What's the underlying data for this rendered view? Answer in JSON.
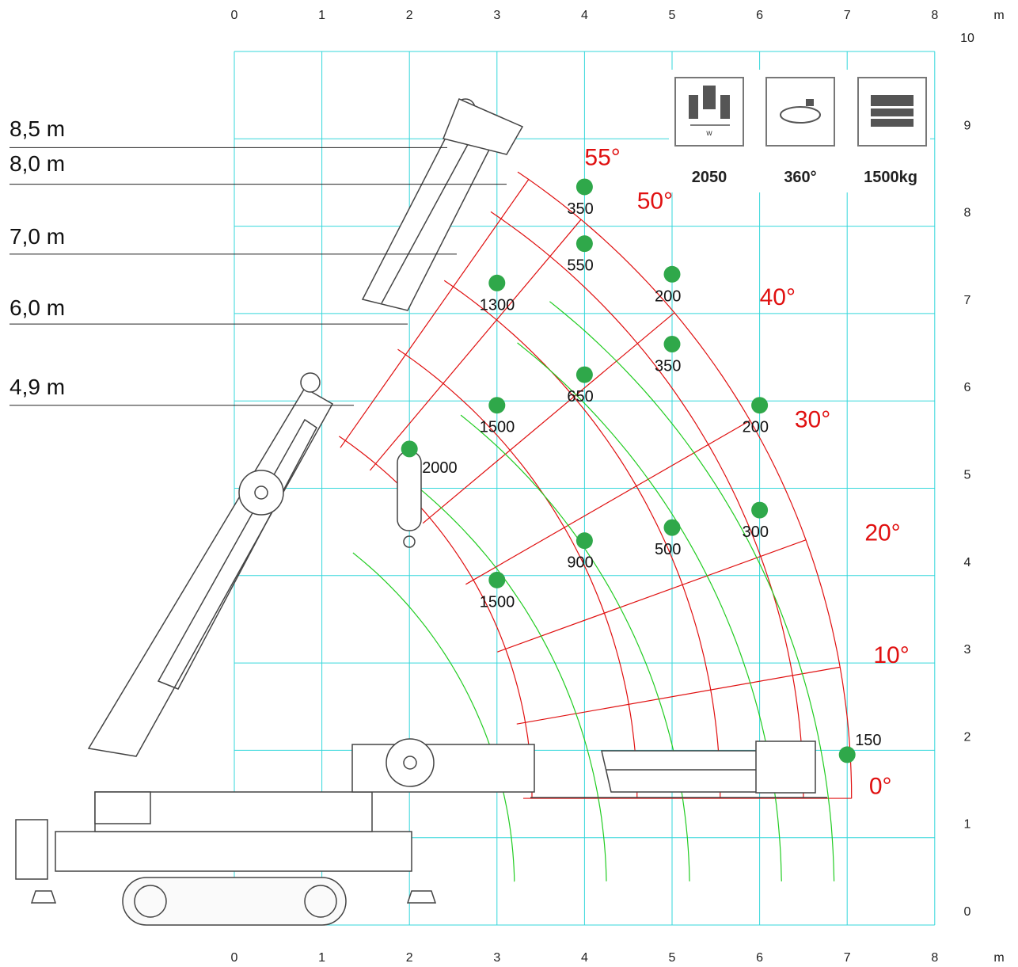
{
  "axis": {
    "x_ticks": [
      "0",
      "1",
      "2",
      "3",
      "4",
      "5",
      "6",
      "7",
      "8"
    ],
    "y_ticks": [
      "0",
      "1",
      "2",
      "3",
      "4",
      "5",
      "6",
      "7",
      "8",
      "9",
      "10"
    ],
    "unit": "m"
  },
  "height_labels": [
    "8,5 m",
    "8,0 m",
    "7,0 m",
    "6,0 m",
    "4,9 m"
  ],
  "specs": [
    {
      "icon": "track-width-icon",
      "value": "2050",
      "sub": "w"
    },
    {
      "icon": "rotation-lock-icon",
      "value": "360°"
    },
    {
      "icon": "load-plates-icon",
      "value": "1500kg"
    }
  ],
  "colors": {
    "grid": "#35d7db",
    "boom_radius": "#e01010",
    "hook_path": "#22cc22",
    "load_point": "#2fa84a"
  },
  "chart_data": {
    "type": "scatter",
    "title": "",
    "xlabel": "m",
    "ylabel": "m",
    "xlim": [
      0,
      8
    ],
    "ylim": [
      0,
      10
    ],
    "grid": true,
    "angle_labels": [
      {
        "text": "55°",
        "x": 4.0,
        "y": 8.7
      },
      {
        "text": "50°",
        "x": 4.6,
        "y": 8.2
      },
      {
        "text": "40°",
        "x": 6.0,
        "y": 7.1
      },
      {
        "text": "30°",
        "x": 6.4,
        "y": 5.7
      },
      {
        "text": "20°",
        "x": 7.2,
        "y": 4.4
      },
      {
        "text": "10°",
        "x": 7.3,
        "y": 3.0
      },
      {
        "text": "0°",
        "x": 7.25,
        "y": 1.5
      }
    ],
    "load_points": [
      {
        "x": 4.0,
        "y": 8.45,
        "label": "350"
      },
      {
        "x": 4.0,
        "y": 7.8,
        "label": "550"
      },
      {
        "x": 3.0,
        "y": 7.35,
        "label": "1300"
      },
      {
        "x": 5.0,
        "y": 7.45,
        "label": "200"
      },
      {
        "x": 5.0,
        "y": 6.65,
        "label": "350"
      },
      {
        "x": 4.0,
        "y": 6.3,
        "label": "650"
      },
      {
        "x": 3.0,
        "y": 5.95,
        "label": "1500"
      },
      {
        "x": 6.0,
        "y": 5.95,
        "label": "200"
      },
      {
        "x": 2.0,
        "y": 5.45,
        "label": "2000"
      },
      {
        "x": 6.0,
        "y": 4.75,
        "label": "300"
      },
      {
        "x": 5.0,
        "y": 4.55,
        "label": "500"
      },
      {
        "x": 4.0,
        "y": 4.4,
        "label": "900"
      },
      {
        "x": 3.0,
        "y": 3.95,
        "label": "1500"
      },
      {
        "x": 7.0,
        "y": 1.95,
        "label": "150"
      }
    ]
  }
}
